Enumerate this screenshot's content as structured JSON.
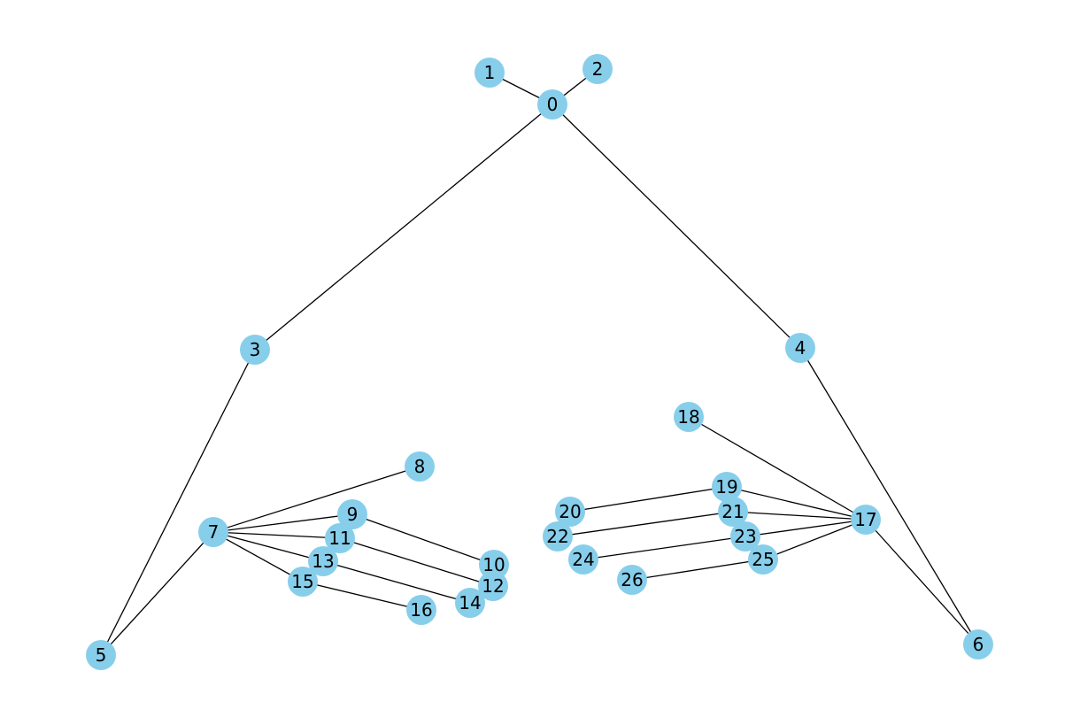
{
  "graph": {
    "node_color": "#87CEEB",
    "edge_color": "#000000",
    "nodes": [
      {
        "id": "0",
        "label": "0"
      },
      {
        "id": "1",
        "label": "1"
      },
      {
        "id": "2",
        "label": "2"
      },
      {
        "id": "3",
        "label": "3"
      },
      {
        "id": "4",
        "label": "4"
      },
      {
        "id": "5",
        "label": "5"
      },
      {
        "id": "6",
        "label": "6"
      },
      {
        "id": "7",
        "label": "7"
      },
      {
        "id": "8",
        "label": "8"
      },
      {
        "id": "9",
        "label": "9"
      },
      {
        "id": "10",
        "label": "10"
      },
      {
        "id": "11",
        "label": "11"
      },
      {
        "id": "12",
        "label": "12"
      },
      {
        "id": "13",
        "label": "13"
      },
      {
        "id": "14",
        "label": "14"
      },
      {
        "id": "15",
        "label": "15"
      },
      {
        "id": "16",
        "label": "16"
      },
      {
        "id": "17",
        "label": "17"
      },
      {
        "id": "18",
        "label": "18"
      },
      {
        "id": "19",
        "label": "19"
      },
      {
        "id": "20",
        "label": "20"
      },
      {
        "id": "21",
        "label": "21"
      },
      {
        "id": "22",
        "label": "22"
      },
      {
        "id": "23",
        "label": "23"
      },
      {
        "id": "24",
        "label": "24"
      },
      {
        "id": "25",
        "label": "25"
      },
      {
        "id": "26",
        "label": "26"
      }
    ],
    "edges": [
      [
        "0",
        "1"
      ],
      [
        "0",
        "2"
      ],
      [
        "0",
        "3"
      ],
      [
        "0",
        "4"
      ],
      [
        "3",
        "5"
      ],
      [
        "4",
        "6"
      ],
      [
        "5",
        "7"
      ],
      [
        "6",
        "17"
      ],
      [
        "7",
        "8"
      ],
      [
        "7",
        "9"
      ],
      [
        "7",
        "11"
      ],
      [
        "7",
        "13"
      ],
      [
        "7",
        "15"
      ],
      [
        "9",
        "10"
      ],
      [
        "11",
        "12"
      ],
      [
        "13",
        "14"
      ],
      [
        "15",
        "16"
      ],
      [
        "17",
        "18"
      ],
      [
        "17",
        "19"
      ],
      [
        "17",
        "21"
      ],
      [
        "17",
        "23"
      ],
      [
        "17",
        "25"
      ],
      [
        "19",
        "20"
      ],
      [
        "21",
        "22"
      ],
      [
        "23",
        "24"
      ],
      [
        "25",
        "26"
      ]
    ]
  }
}
